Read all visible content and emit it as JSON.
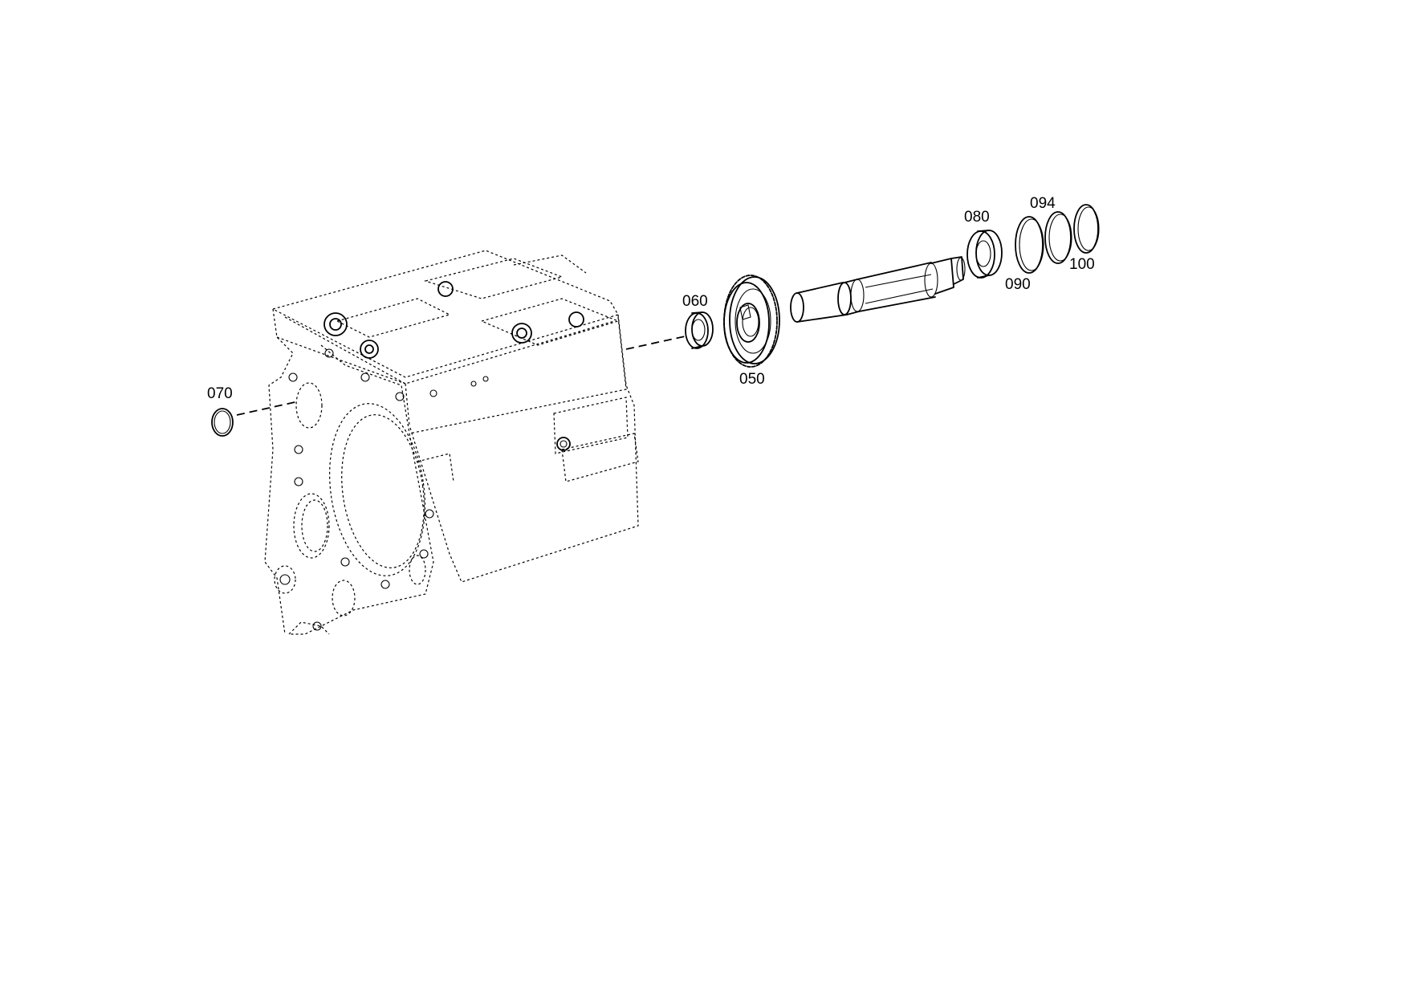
{
  "diagram": {
    "parts": [
      {
        "id": "p050",
        "label": "050"
      },
      {
        "id": "p060",
        "label": "060"
      },
      {
        "id": "p070",
        "label": "070"
      },
      {
        "id": "p080",
        "label": "080"
      },
      {
        "id": "p090",
        "label": "090"
      },
      {
        "id": "p094",
        "label": "094"
      },
      {
        "id": "p100",
        "label": "100"
      }
    ]
  }
}
